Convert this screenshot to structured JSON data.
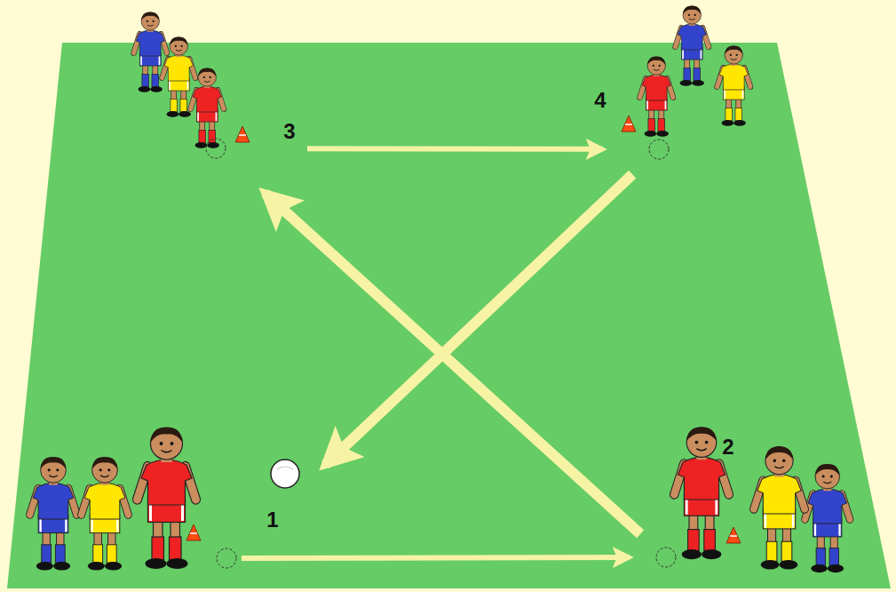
{
  "diagram": {
    "nodes": [
      {
        "text": [
          "1"
        ]
      },
      {
        "text": [
          "2"
        ]
      },
      {
        "text": [
          "3"
        ]
      },
      {
        "text": [
          "4"
        ]
      }
    ],
    "edges": [
      {
        "from": 0,
        "to": 1,
        "arrow": "to"
      },
      {
        "from": 1,
        "to": 2,
        "arrow": "to"
      },
      {
        "from": 2,
        "to": 3,
        "arrow": "to"
      },
      {
        "from": 3,
        "to": 0,
        "arrow": "to"
      }
    ]
  }
}
